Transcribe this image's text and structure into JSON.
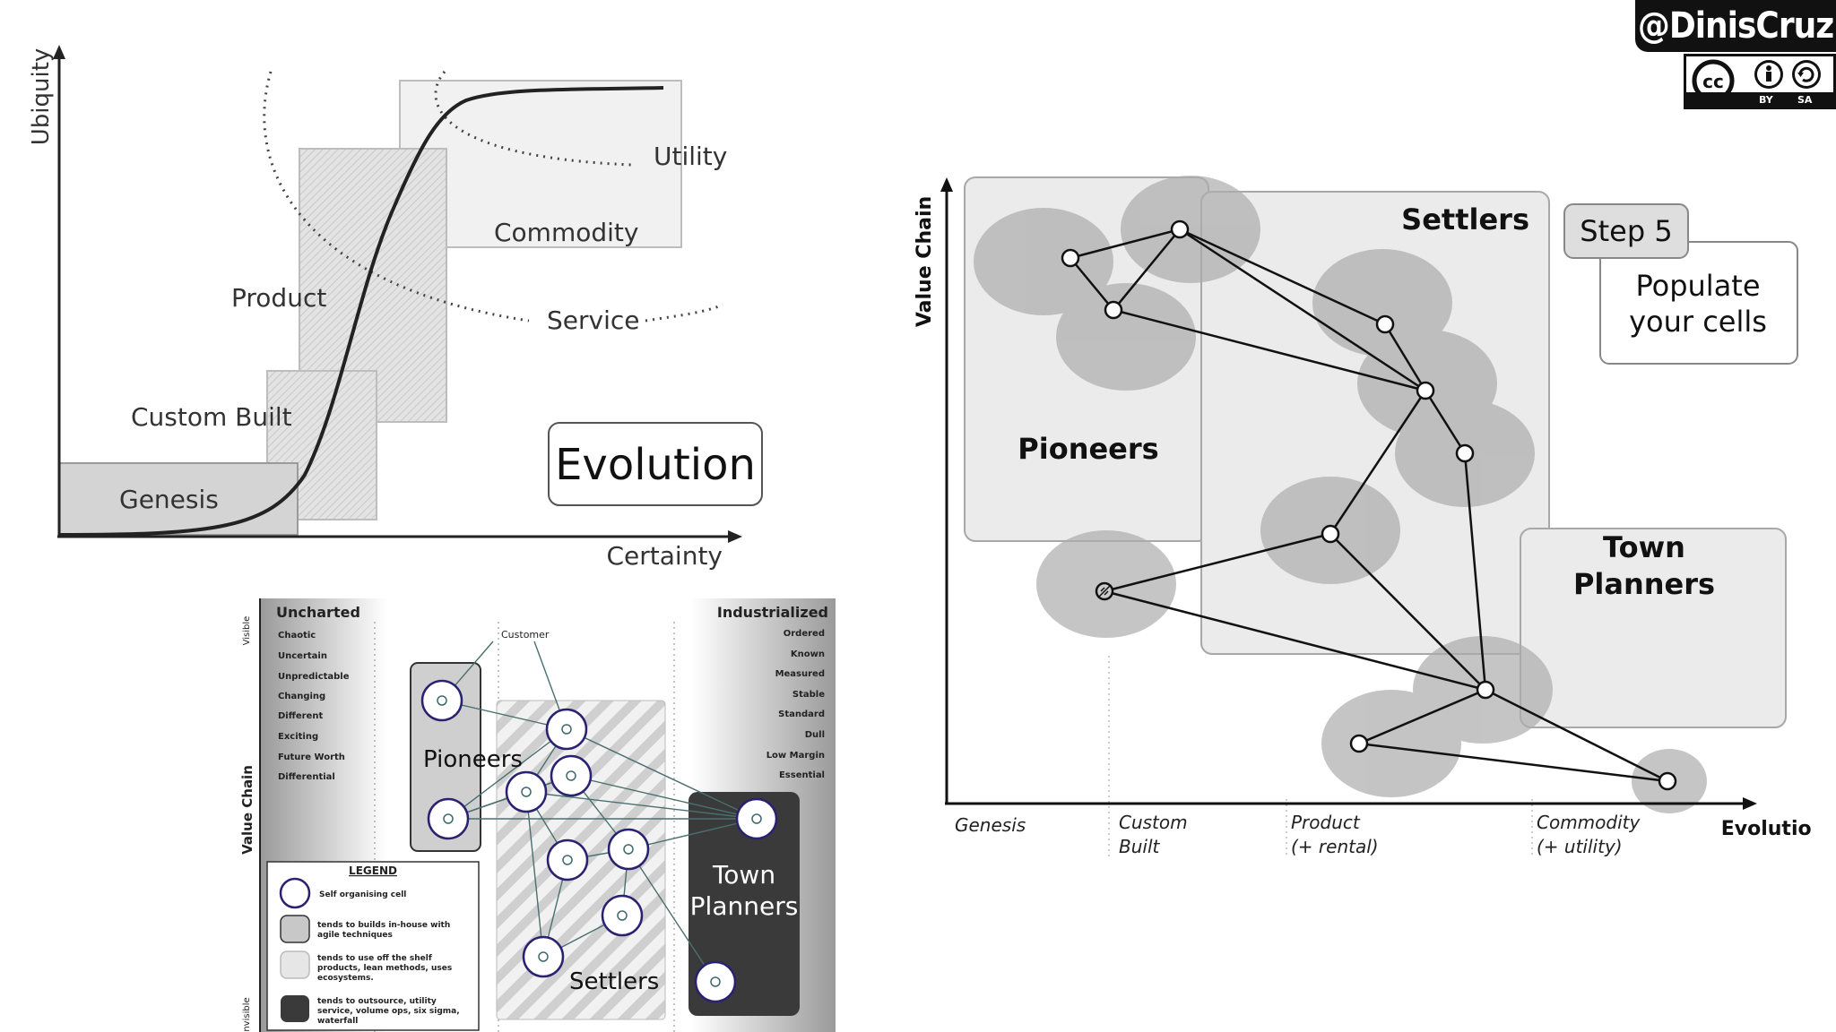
{
  "author": {
    "handle": "@DinisCruz"
  },
  "license": {
    "by": "BY",
    "sa": "SA"
  },
  "evolution_curve": {
    "y_axis": "Ubiquity",
    "x_axis": "Certainty",
    "stages": {
      "genesis": "Genesis",
      "custom_built": "Custom Built",
      "product": "Product",
      "commodity": "Commodity"
    },
    "regions": {
      "utility": "Utility",
      "service": "Service"
    },
    "title": "Evolution"
  },
  "cells_map": {
    "y_axis": "Value Chain",
    "x_axis": "Evolution",
    "groups": {
      "pioneers": "Pioneers",
      "settlers": "Settlers",
      "town_planners_line1": "Town",
      "town_planners_line2": "Planners"
    },
    "step": {
      "label": "Step 5",
      "text_line1": "Populate",
      "text_line2": "your cells"
    },
    "stages": {
      "genesis": "Genesis",
      "custom_line1": "Custom",
      "custom_line2": "Built",
      "product_line1": "Product",
      "product_line2": "(+ rental)",
      "commodity_line1": "Commodity",
      "commodity_line2": "(+ utility)"
    }
  },
  "pst_map": {
    "uncharted": "Uncharted",
    "industrialized": "Industrialized",
    "visible": "Visible",
    "invisible": "Invisible",
    "value_chain": "Value Chain",
    "customer": "Customer",
    "left_traits": [
      "Chaotic",
      "Uncertain",
      "Unpredictable",
      "Changing",
      "Different",
      "Exciting",
      "Future Worth",
      "Differential"
    ],
    "right_traits": [
      "Ordered",
      "Known",
      "Measured",
      "Stable",
      "Standard",
      "Dull",
      "Low Margin",
      "Essential"
    ],
    "pioneers": "Pioneers",
    "settlers": "Settlers",
    "town_line1": "Town",
    "town_line2": "Planners",
    "legend": {
      "title": "LEGEND",
      "items": [
        [
          "Self organising cell"
        ],
        [
          "tends to builds in-house with",
          "agile techniques"
        ],
        [
          "tends to use off the shelf",
          "products, lean methods, uses",
          "ecosystems."
        ],
        [
          "tends to outsource, utility",
          "service, volume ops, six sigma,",
          "waterfall"
        ]
      ]
    }
  }
}
